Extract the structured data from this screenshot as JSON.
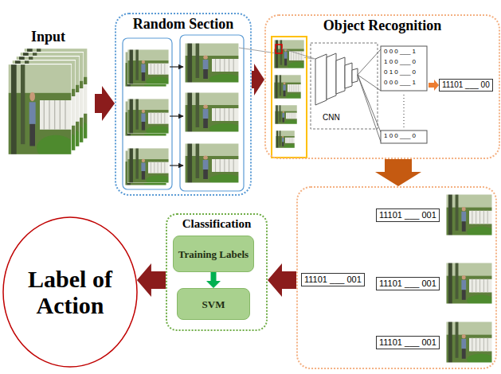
{
  "diagram": {
    "nodes": [
      {
        "text": [
          "Input"
        ]
      },
      {
        "text": [
          "Random Section"
        ]
      },
      {
        "text": [
          "Object Recognition"
        ]
      },
      {
        "text": [
          "11101 ___ 001",
          "11101 ___ 001",
          "11101 ___ 001",
          "11101 ___ 001"
        ]
      },
      {
        "text": [
          "Classification"
        ]
      },
      {
        "text": [
          "Training Labels"
        ],
        "in": 4
      },
      {
        "text": [
          "SVM"
        ],
        "in": 4
      },
      {
        "text": [
          "Label of Action"
        ]
      }
    ],
    "edges": [
      {
        "from": 0,
        "to": 1,
        "arrow": "to"
      },
      {
        "from": 1,
        "to": 2,
        "arrow": "to"
      },
      {
        "from": 2,
        "to": 3,
        "arrow": "to"
      },
      {
        "from": 3,
        "to": 4,
        "arrow": "to"
      },
      {
        "from": 5,
        "to": 6,
        "arrow": "to"
      },
      {
        "from": 4,
        "to": 7,
        "arrow": "to"
      }
    ],
    "labels": [
      "CNN",
      "0 0 0 ___ 1",
      "1 0 0 ___ 0",
      "0 1 0 ___ 0",
      "0 0 0 ___ 1",
      "1 0 0 ___ 0",
      "11101 ___ 00"
    ]
  }
}
